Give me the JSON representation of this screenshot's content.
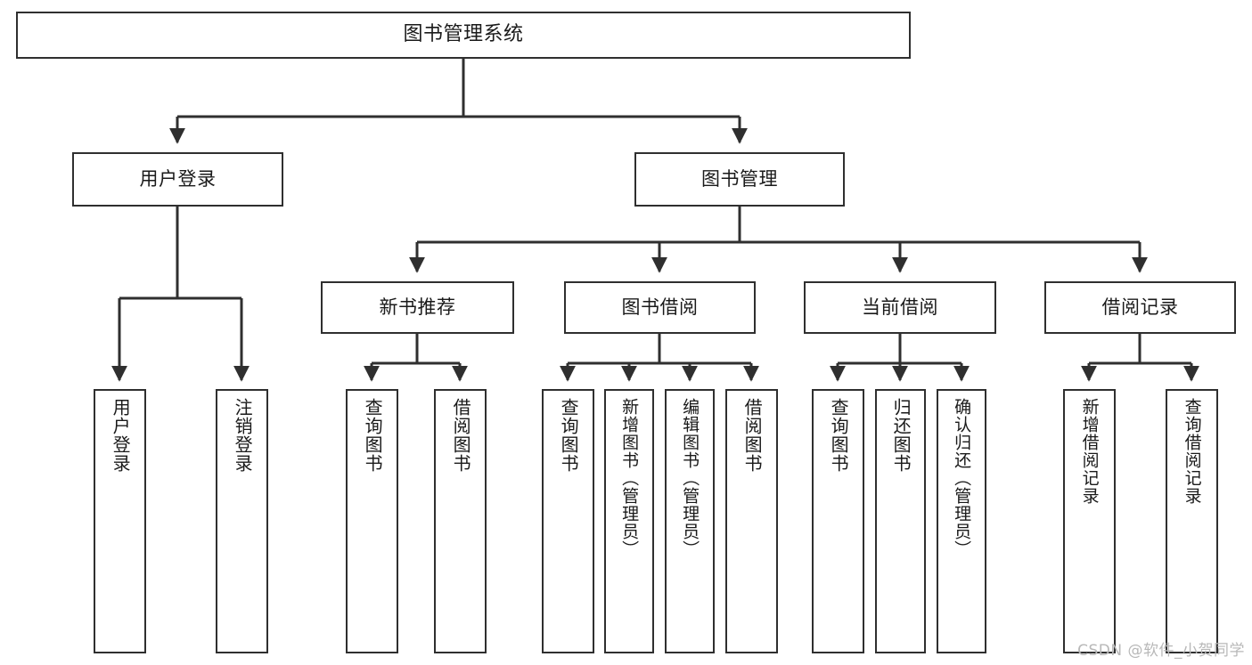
{
  "diagram": {
    "type": "tree",
    "title": "图书管理系统",
    "watermark": "CSDN @软件_小贺同学",
    "colors": {
      "stroke": "#2f2f2f",
      "fill": "#ffffff",
      "text": "#1a1a1a",
      "watermark": "#b8b8b8"
    },
    "nodes": {
      "root": {
        "label": "图书管理系统"
      },
      "level2": [
        {
          "id": "user_login",
          "label": "用户登录"
        },
        {
          "id": "book_manage",
          "label": "图书管理"
        }
      ],
      "level3": [
        {
          "id": "new_book_rec",
          "label": "新书推荐"
        },
        {
          "id": "book_borrow",
          "label": "图书借阅"
        },
        {
          "id": "current_borrow",
          "label": "当前借阅"
        },
        {
          "id": "borrow_record",
          "label": "借阅记录"
        }
      ],
      "leaves": {
        "user_login": [
          {
            "id": "leaf_user_login",
            "label": "用户登录"
          },
          {
            "id": "leaf_logout",
            "label": "注销登录"
          }
        ],
        "new_book_rec": [
          {
            "id": "leaf_query_book_1",
            "label": "查询图书"
          },
          {
            "id": "leaf_borrow_book_1",
            "label": "借阅图书"
          }
        ],
        "book_borrow": [
          {
            "id": "leaf_query_book_2",
            "label": "查询图书"
          },
          {
            "id": "leaf_add_book",
            "label": "新增图书（管理员）"
          },
          {
            "id": "leaf_edit_book",
            "label": "编辑图书（管理员）"
          },
          {
            "id": "leaf_borrow_book_2",
            "label": "借阅图书"
          }
        ],
        "current_borrow": [
          {
            "id": "leaf_query_book_3",
            "label": "查询图书"
          },
          {
            "id": "leaf_return_book",
            "label": "归还图书"
          },
          {
            "id": "leaf_confirm_return",
            "label": "确认归还（管理员）"
          }
        ],
        "borrow_record": [
          {
            "id": "leaf_add_record",
            "label": "新增借阅记录"
          },
          {
            "id": "leaf_query_record",
            "label": "查询借阅记录"
          }
        ]
      }
    }
  }
}
